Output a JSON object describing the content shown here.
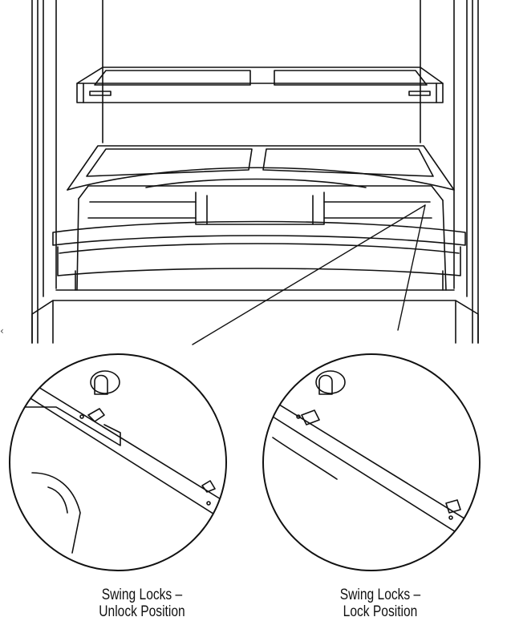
{
  "captions": {
    "unlock": {
      "line1": "Swing Locks –",
      "line2": "Unlock Position"
    },
    "lock": {
      "line1": "Swing Locks –",
      "line2": "Lock Position"
    }
  },
  "stray_mark": "‹",
  "colors": {
    "line": "#111111",
    "background": "#ffffff"
  }
}
